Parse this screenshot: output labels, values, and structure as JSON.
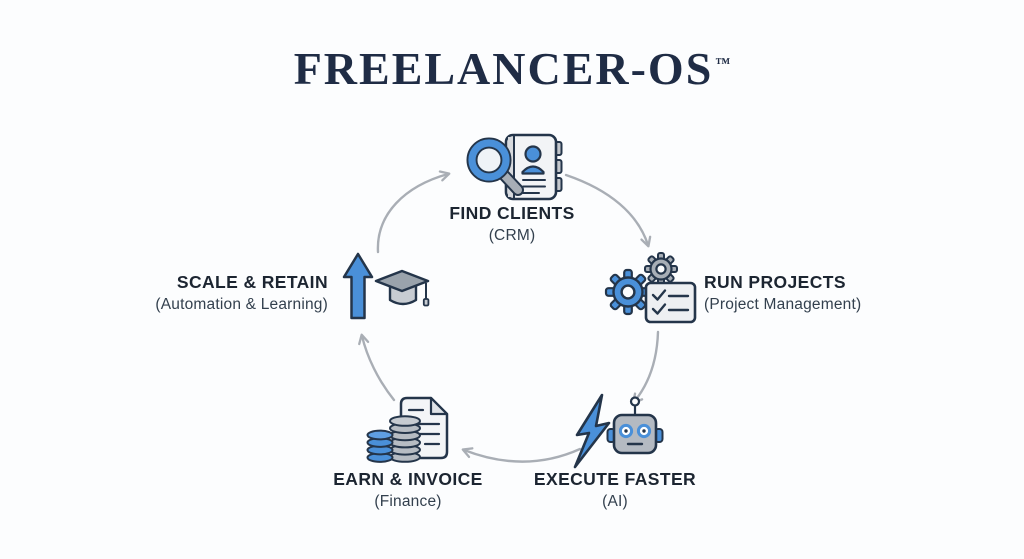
{
  "header": {
    "title": "FREELANCER-OS",
    "trademark": "™"
  },
  "cycle": {
    "flow_direction": "clockwise",
    "nodes": [
      {
        "id": "find-clients",
        "label": "FIND CLIENTS",
        "sublabel": "(CRM)",
        "icon": "search-contact-book-icon"
      },
      {
        "id": "run-projects",
        "label": "RUN PROJECTS",
        "sublabel": "(Project Management)",
        "icon": "gears-checklist-icon"
      },
      {
        "id": "execute-faster",
        "label": "EXECUTE FASTER",
        "sublabel": "(AI)",
        "icon": "lightning-robot-icon"
      },
      {
        "id": "earn-invoice",
        "label": "EARN & INVOICE",
        "sublabel": "(Finance)",
        "icon": "coins-invoice-icon"
      },
      {
        "id": "scale-retain",
        "label": "SCALE & RETAIN",
        "sublabel": "(Automation & Learning)",
        "icon": "growth-arrow-graduation-cap-icon"
      }
    ],
    "flow": [
      "scale-retain -> find-clients",
      "find-clients -> run-projects",
      "run-projects -> execute-faster",
      "execute-faster -> earn-invoice",
      "earn-invoice -> scale-retain"
    ]
  },
  "colors": {
    "accent_blue": "#4a90d9",
    "accent_blue_light": "#5f9fe2",
    "outline_navy": "#24354a",
    "icon_gray": "#a7aeb6",
    "light_fill": "#eff1f4",
    "arrow_gray": "#a9aeb5",
    "text_dark": "#1c2531",
    "title_navy": "#1f2c45",
    "background": "#fcfdfe"
  }
}
